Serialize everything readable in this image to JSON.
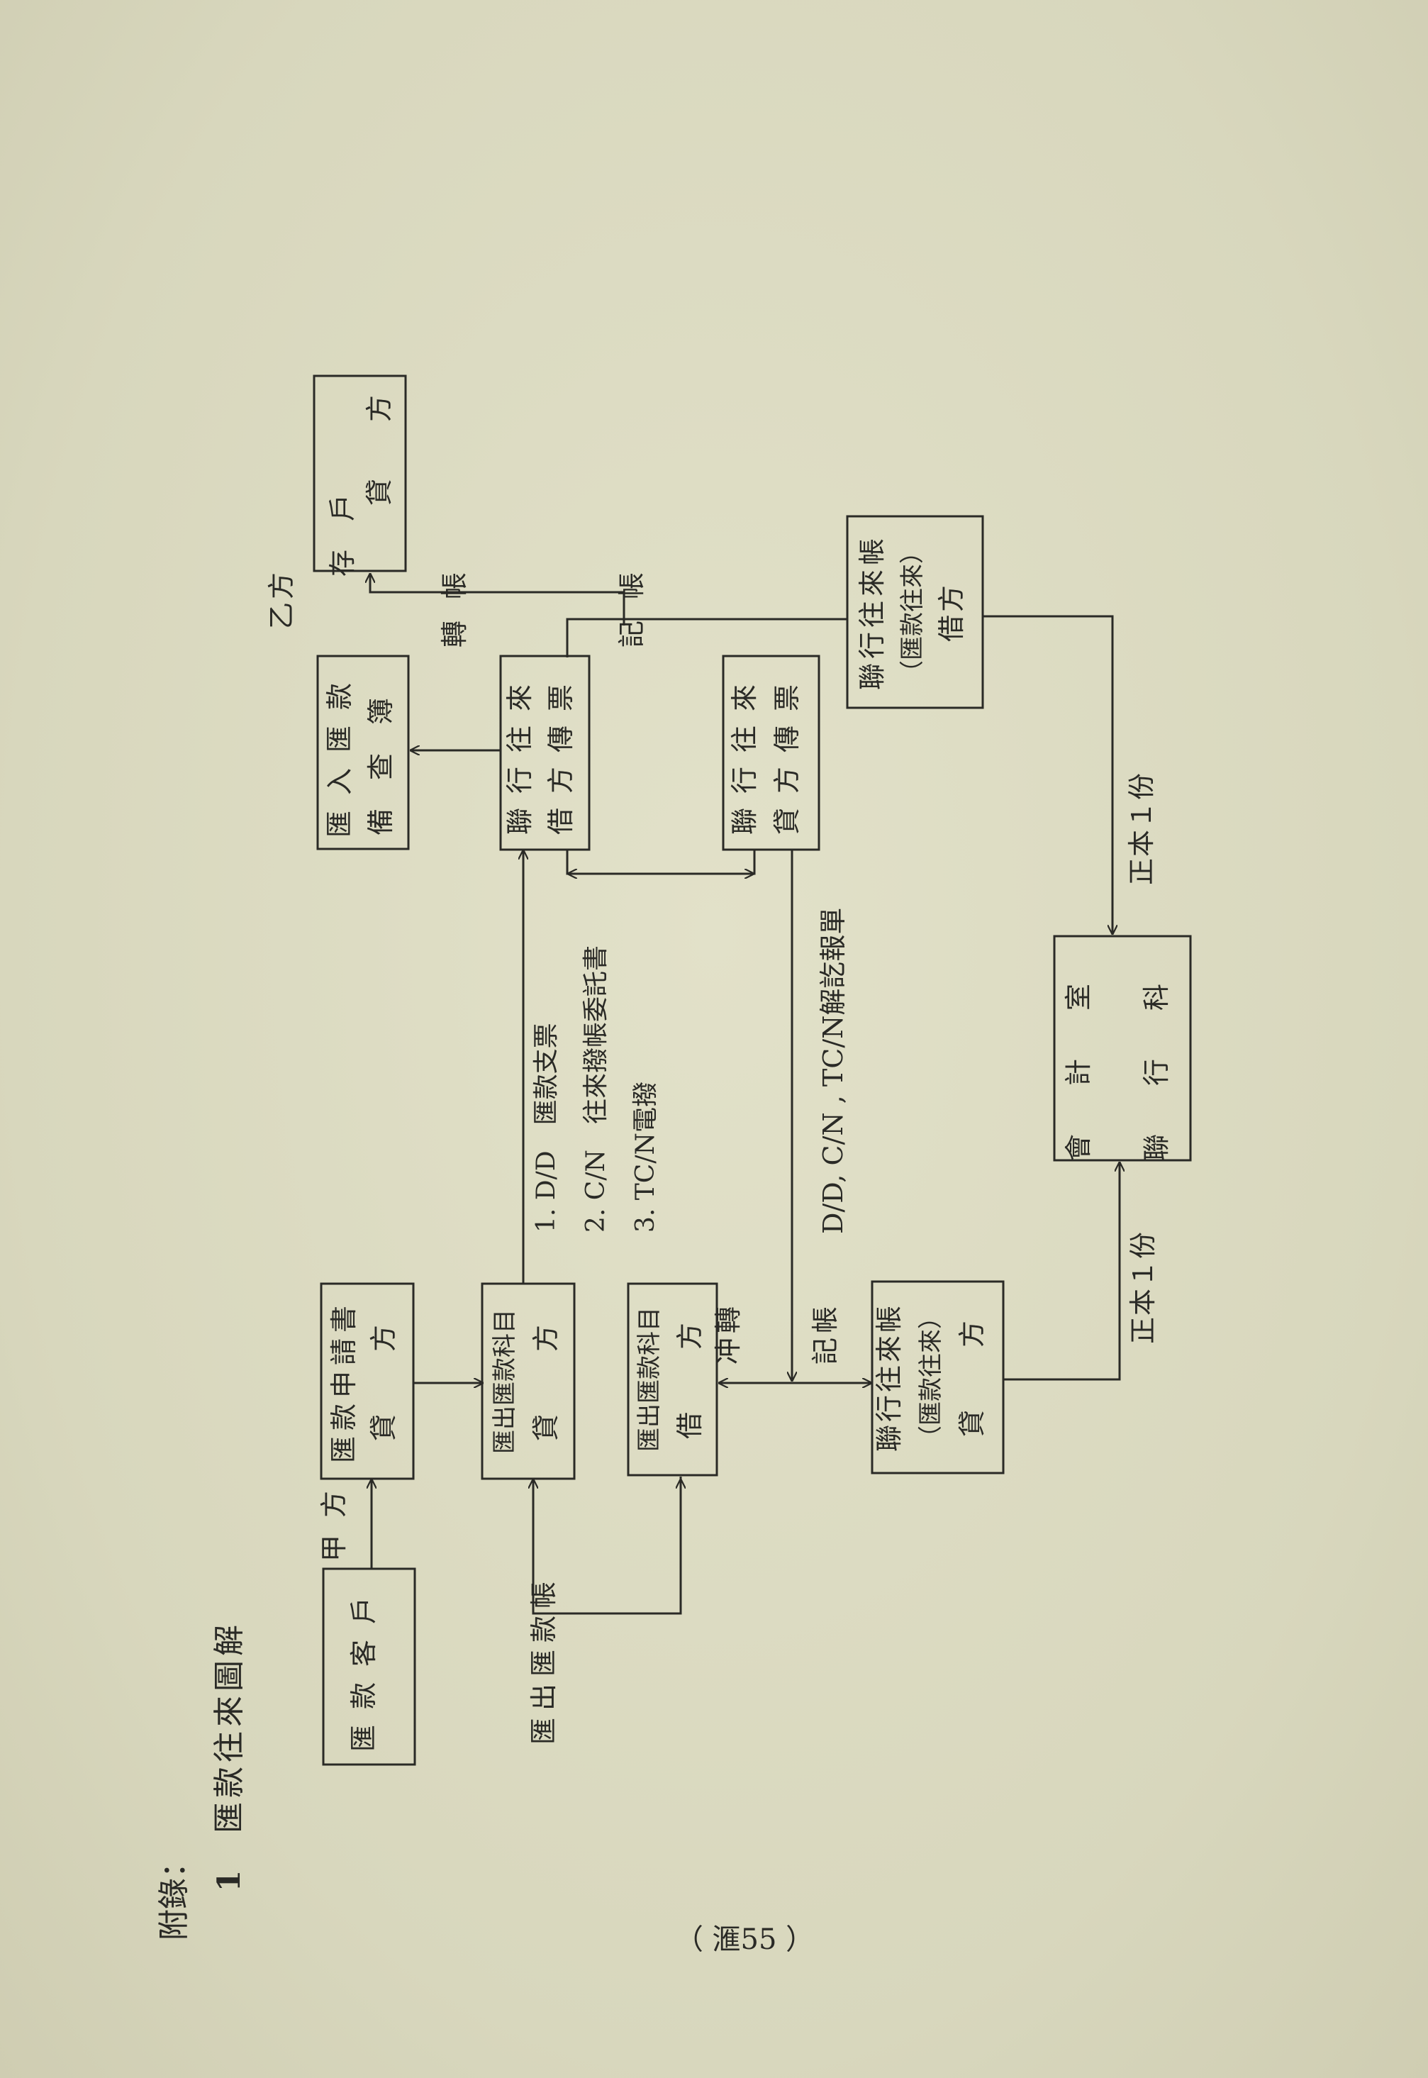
{
  "appendix": {
    "title": "附錄：",
    "figure_no": "1",
    "figure_title": "匯款往來圖解"
  },
  "party_a": "甲方",
  "party_b": "乙方",
  "boxes": {
    "remitter": "匯款客戶",
    "application_l1": "匯款申請書",
    "application_l2": "貸　　方",
    "outward_credit_l1": "匯出匯款科目",
    "outward_credit_l2": "貸　　方",
    "outward_debit_l1": "匯出匯款科目",
    "outward_debit_l2": "借　　方",
    "agency_ledger_credit_l1": "聯行往來帳",
    "agency_ledger_credit_l2": "（匯款往來）",
    "agency_ledger_credit_l3": "貸　　方",
    "inward_register_l1": "匯入匯款",
    "inward_register_l2": "備查簿",
    "agency_slip_debit_l1": "聯行往來",
    "agency_slip_debit_l2": "借方傳票",
    "agency_slip_credit_l1": "聯行往來",
    "agency_slip_credit_l2": "貸方傳票",
    "deposit_l1": "存戶",
    "deposit_l2": "貸方",
    "agency_ledger_debit_l1": "聯行往來帳",
    "agency_ledger_debit_l2": "（匯款往來）",
    "agency_ledger_debit_l3": "借方",
    "accounting_l1": "會計室",
    "accounting_l2": "聯行科"
  },
  "labels": {
    "outward_ledger": "匯出匯款帳",
    "offset": "冲轉",
    "post_a": "記帳",
    "transfer": "轉帳",
    "post_b": "記帳",
    "original_1": "正本１份",
    "original_2": "正本１份",
    "instr_1": "1. D/D　匯款支票",
    "instr_2": "2. C/N　往來撥帳委託書",
    "instr_3": "3. TC/N電撥",
    "advice": "D/D, C/N , TC/N解訖報單"
  },
  "page_number": "（ 滙55 ）"
}
